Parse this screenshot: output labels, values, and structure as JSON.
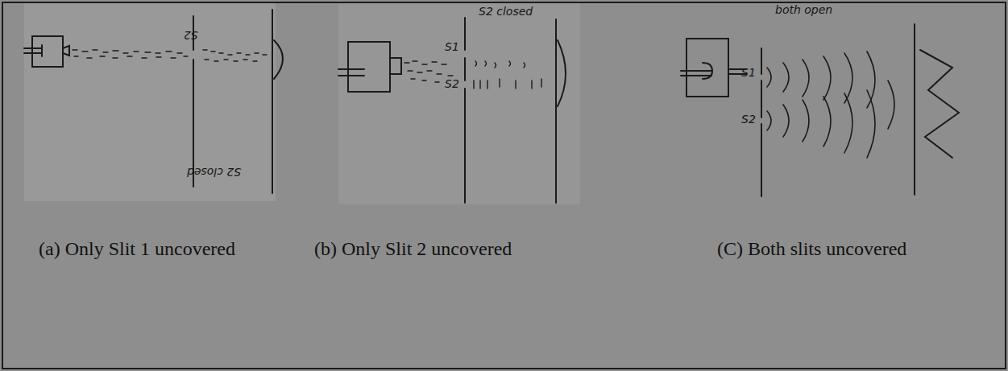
{
  "diagram": {
    "labels": [
      "S2",
      "S2 closed",
      "S2 closed",
      "S1",
      "S2",
      "both open",
      "S1",
      "S2",
      "(a) Only Slit 1 uncovered",
      "(b) Only Slit 2 uncovered",
      "(C) Both slits uncovered"
    ]
  }
}
